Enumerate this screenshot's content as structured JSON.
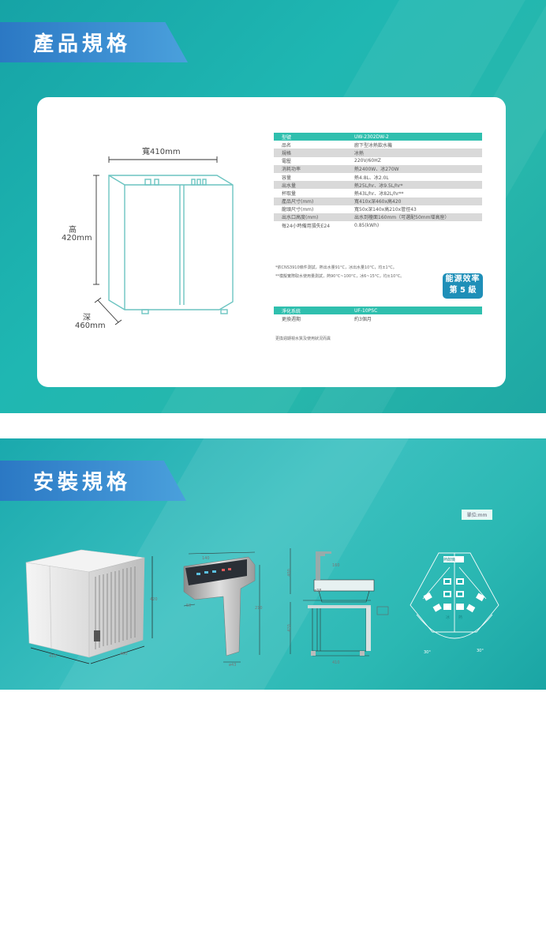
{
  "section1": {
    "title": "產品規格",
    "dims": {
      "width": "寬410mm",
      "height_label": "高",
      "height_value": "420mm",
      "depth_label": "深",
      "depth_value": "460mm"
    },
    "spec_rows": [
      {
        "k": "型號",
        "v": "UW-2302DW-2",
        "style": "head"
      },
      {
        "k": "品名",
        "v": "廚下型冰熱飲水機",
        "style": ""
      },
      {
        "k": "規格",
        "v": "冰熱",
        "style": "alt"
      },
      {
        "k": "電壓",
        "v": "220V/60HZ",
        "style": ""
      },
      {
        "k": "消耗功率",
        "v": "熱2400W、冰270W",
        "style": "alt"
      },
      {
        "k": "容量",
        "v": "熱4.8L、冰2.0L",
        "style": ""
      },
      {
        "k": "出水量",
        "v": "熱25L/hr、冰9.5L/hr*",
        "style": "alt"
      },
      {
        "k": "杯取量",
        "v": "熱43L/hr、冰82L/hr**",
        "style": ""
      },
      {
        "k": "產品尺寸(mm)",
        "v": "寬410x深460x高420",
        "style": "alt"
      },
      {
        "k": "龍頭尺寸(mm)",
        "v": "寬50x深140x高210x管徑43",
        "style": ""
      },
      {
        "k": "出水口高度(mm)",
        "v": "出水到檯面160mm（可選配50mm增高座）",
        "style": "alt"
      },
      {
        "k": "每24小時備用損失E24",
        "v": "0.85(kWh)",
        "style": ""
      }
    ],
    "notes": [
      "*依CNS3910條件測試，熱出水量91°C，冰出水量10°C，均±1°C。",
      "**模擬實際取水使用量測試，熱90°C~100°C，冰6~15°C，均±10°C。"
    ],
    "energy": {
      "line1": "能源效率",
      "line2": "第 5 級"
    },
    "filter_rows": [
      {
        "k": "淨化系統",
        "v": "UF-10PSC",
        "style": "head"
      },
      {
        "k": "更換週期",
        "v": "約3個月",
        "style": ""
      }
    ],
    "filter_note": "更換週期視水質及使用狀況而異"
  },
  "section2": {
    "title": "安裝規格",
    "unit": "單位:mm",
    "dims": {
      "d410": "410",
      "d460": "460",
      "d420": "420",
      "f140": "140",
      "f50": "50",
      "f210": "210",
      "f43": "ø43",
      "s400": "400",
      "s160": "160",
      "s38": "ø38",
      "s420": "420",
      "s410": "410",
      "a1": "30°",
      "a2": "30°"
    },
    "panel_label": "熱飲機",
    "key_hot": "熱",
    "key_cold": "冰"
  },
  "colors": {
    "teal": "#1fb7b2",
    "title_blue": "#2b78c4",
    "spec_head": "#2fbfae",
    "energy": "#1f8fb8"
  }
}
